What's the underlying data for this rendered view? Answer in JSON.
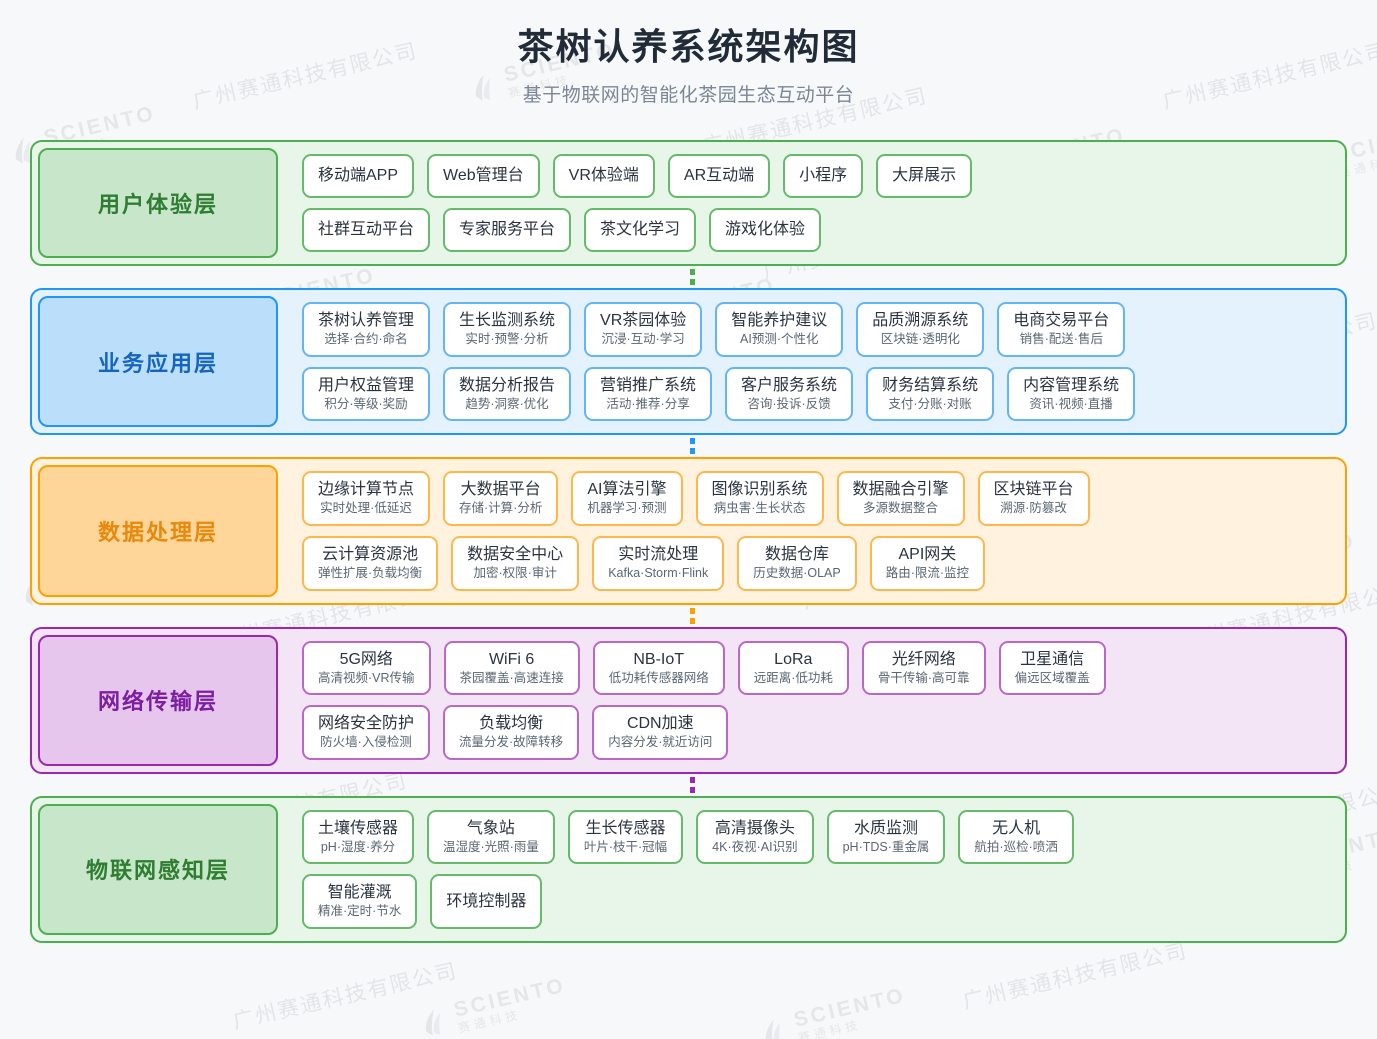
{
  "header": {
    "title": "茶树认养系统架构图",
    "subtitle": "基于物联网的智能化茶园生态互动平台"
  },
  "watermark": {
    "text": "广州赛通科技有限公司",
    "brand_en": "SCIENTO",
    "brand_cn": "赛通科技"
  },
  "colors": {
    "user_layer": "#4caf50",
    "business_layer": "#2196f3",
    "data_layer": "#ffa000",
    "network_layer": "#9c27b0",
    "iot_layer": "#4caf50",
    "title": "#222b38",
    "subtitle": "#7b8794",
    "page_bg": "#f7f8fa"
  },
  "layers": [
    {
      "id": "user-experience-layer",
      "label": "用户体验层",
      "accent": "#4caf50",
      "rows": [
        [
          {
            "title": "移动端APP",
            "sub": ""
          },
          {
            "title": "Web管理台",
            "sub": ""
          },
          {
            "title": "VR体验端",
            "sub": ""
          },
          {
            "title": "AR互动端",
            "sub": ""
          },
          {
            "title": "小程序",
            "sub": ""
          },
          {
            "title": "大屏展示",
            "sub": ""
          }
        ],
        [
          {
            "title": "社群互动平台",
            "sub": ""
          },
          {
            "title": "专家服务平台",
            "sub": ""
          },
          {
            "title": "茶文化学习",
            "sub": ""
          },
          {
            "title": "游戏化体验",
            "sub": ""
          }
        ]
      ]
    },
    {
      "id": "business-application-layer",
      "label": "业务应用层",
      "accent": "#2196f3",
      "rows": [
        [
          {
            "title": "茶树认养管理",
            "sub": "选择·合约·命名"
          },
          {
            "title": "生长监测系统",
            "sub": "实时·预警·分析"
          },
          {
            "title": "VR茶园体验",
            "sub": "沉浸·互动·学习"
          },
          {
            "title": "智能养护建议",
            "sub": "AI预测·个性化"
          },
          {
            "title": "品质溯源系统",
            "sub": "区块链·透明化"
          },
          {
            "title": "电商交易平台",
            "sub": "销售·配送·售后"
          }
        ],
        [
          {
            "title": "用户权益管理",
            "sub": "积分·等级·奖励"
          },
          {
            "title": "数据分析报告",
            "sub": "趋势·洞察·优化"
          },
          {
            "title": "营销推广系统",
            "sub": "活动·推荐·分享"
          },
          {
            "title": "客户服务系统",
            "sub": "咨询·投诉·反馈"
          },
          {
            "title": "财务结算系统",
            "sub": "支付·分账·对账"
          },
          {
            "title": "内容管理系统",
            "sub": "资讯·视频·直播"
          }
        ]
      ]
    },
    {
      "id": "data-processing-layer",
      "label": "数据处理层",
      "accent": "#ffa000",
      "rows": [
        [
          {
            "title": "边缘计算节点",
            "sub": "实时处理·低延迟"
          },
          {
            "title": "大数据平台",
            "sub": "存储·计算·分析"
          },
          {
            "title": "AI算法引擎",
            "sub": "机器学习·预测"
          },
          {
            "title": "图像识别系统",
            "sub": "病虫害·生长状态"
          },
          {
            "title": "数据融合引擎",
            "sub": "多源数据整合"
          },
          {
            "title": "区块链平台",
            "sub": "溯源·防篡改"
          }
        ],
        [
          {
            "title": "云计算资源池",
            "sub": "弹性扩展·负载均衡"
          },
          {
            "title": "数据安全中心",
            "sub": "加密·权限·审计"
          },
          {
            "title": "实时流处理",
            "sub": "Kafka·Storm·Flink"
          },
          {
            "title": "数据仓库",
            "sub": "历史数据·OLAP"
          },
          {
            "title": "API网关",
            "sub": "路由·限流·监控"
          }
        ]
      ]
    },
    {
      "id": "network-transmission-layer",
      "label": "网络传输层",
      "accent": "#9c27b0",
      "rows": [
        [
          {
            "title": "5G网络",
            "sub": "高清视频·VR传输"
          },
          {
            "title": "WiFi 6",
            "sub": "茶园覆盖·高速连接"
          },
          {
            "title": "NB-IoT",
            "sub": "低功耗传感器网络"
          },
          {
            "title": "LoRa",
            "sub": "远距离·低功耗"
          },
          {
            "title": "光纤网络",
            "sub": "骨干传输·高可靠"
          },
          {
            "title": "卫星通信",
            "sub": "偏远区域覆盖"
          }
        ],
        [
          {
            "title": "网络安全防护",
            "sub": "防火墙·入侵检测"
          },
          {
            "title": "负载均衡",
            "sub": "流量分发·故障转移"
          },
          {
            "title": "CDN加速",
            "sub": "内容分发·就近访问"
          }
        ]
      ]
    },
    {
      "id": "iot-perception-layer",
      "label": "物联网感知层",
      "accent": "#4caf50",
      "rows": [
        [
          {
            "title": "土壤传感器",
            "sub": "pH·湿度·养分"
          },
          {
            "title": "气象站",
            "sub": "温湿度·光照·雨量"
          },
          {
            "title": "生长传感器",
            "sub": "叶片·枝干·冠幅"
          },
          {
            "title": "高清摄像头",
            "sub": "4K·夜视·AI识别"
          },
          {
            "title": "水质监测",
            "sub": "pH·TDS·重金属"
          },
          {
            "title": "无人机",
            "sub": "航拍·巡检·喷洒"
          }
        ],
        [
          {
            "title": "智能灌溉",
            "sub": "精准·定时·节水"
          },
          {
            "title": "环境控制器",
            "sub": ""
          }
        ]
      ]
    }
  ]
}
